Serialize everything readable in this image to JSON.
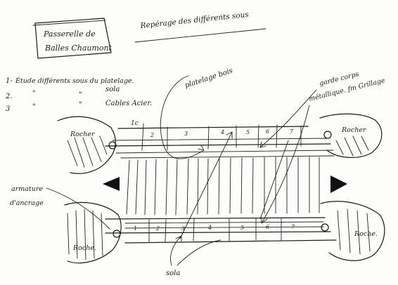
{
  "box_title": {
    "line1": "Passerelle de",
    "line2": "Balles Chaumont"
  },
  "header": "Repérage des différents sous",
  "list": [
    {
      "num": "1-",
      "text": "Étude différents sous du platelage."
    },
    {
      "num": "2.",
      "ditto1": "\"",
      "ditto2": "\"",
      "text": "sola"
    },
    {
      "num": "3",
      "ditto1": "\"",
      "ditto2": "\"",
      "text": "Cables Acier."
    }
  ],
  "labels": {
    "platelage": "platelage bois",
    "garde": "garde corps",
    "garde2": "métallique. fm Grillage",
    "rocher_tl": "Rocher",
    "rocher_tr": "Rocher",
    "roche_bl": "Roche.",
    "roche_br": "Roche.",
    "armature1": "armature",
    "armature2": "d'ancrage",
    "sola": "sola"
  },
  "top_band": {
    "first": "1c",
    "nums": [
      "2",
      "3",
      "4",
      "5",
      "6",
      "7"
    ]
  },
  "bottom_band": {
    "nums": [
      "1",
      "2",
      "3",
      "4",
      "5",
      "6",
      "7"
    ]
  }
}
